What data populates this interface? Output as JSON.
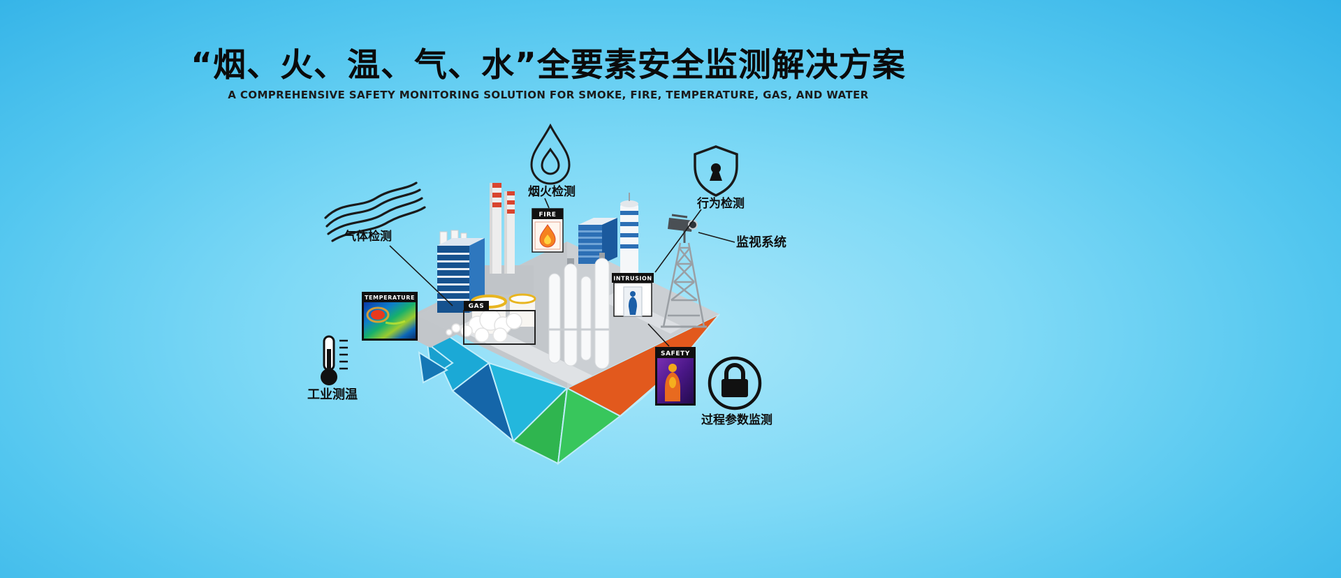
{
  "header": {
    "title": "“烟、火、温、气、水”全要素安全监测解决方案",
    "subtitle": "A COMPREHENSIVE SAFETY MONITORING SOLUTION FOR SMOKE, FIRE, TEMPERATURE, GAS, AND WATER"
  },
  "callouts": {
    "gas_detection": "气体检测",
    "smoke_fire_detection": "烟火检测",
    "behavior_detection": "行为检测",
    "surveillance_system": "监视系统",
    "industrial_temperature": "工业测温",
    "process_parameter_monitoring": "过程参数监测"
  },
  "scene_tags": {
    "fire": "FIRE",
    "temperature": "TEMPERATURE",
    "gas": "GAS",
    "intrusion": "INTRUSION",
    "safety": "SAFETY"
  },
  "colors": {
    "background_top": "#32B2E7",
    "background_center": "#ABE7FA",
    "platform_gray": "#CBCFD3",
    "island_teal": "#1BA9D6",
    "island_blue": "#1566A9",
    "island_green": "#2FB54F",
    "island_orange": "#E2591D",
    "building_blue": "#2C6FB5",
    "accent_red": "#D9452F",
    "tank_ring_yellow": "#E8B520"
  }
}
